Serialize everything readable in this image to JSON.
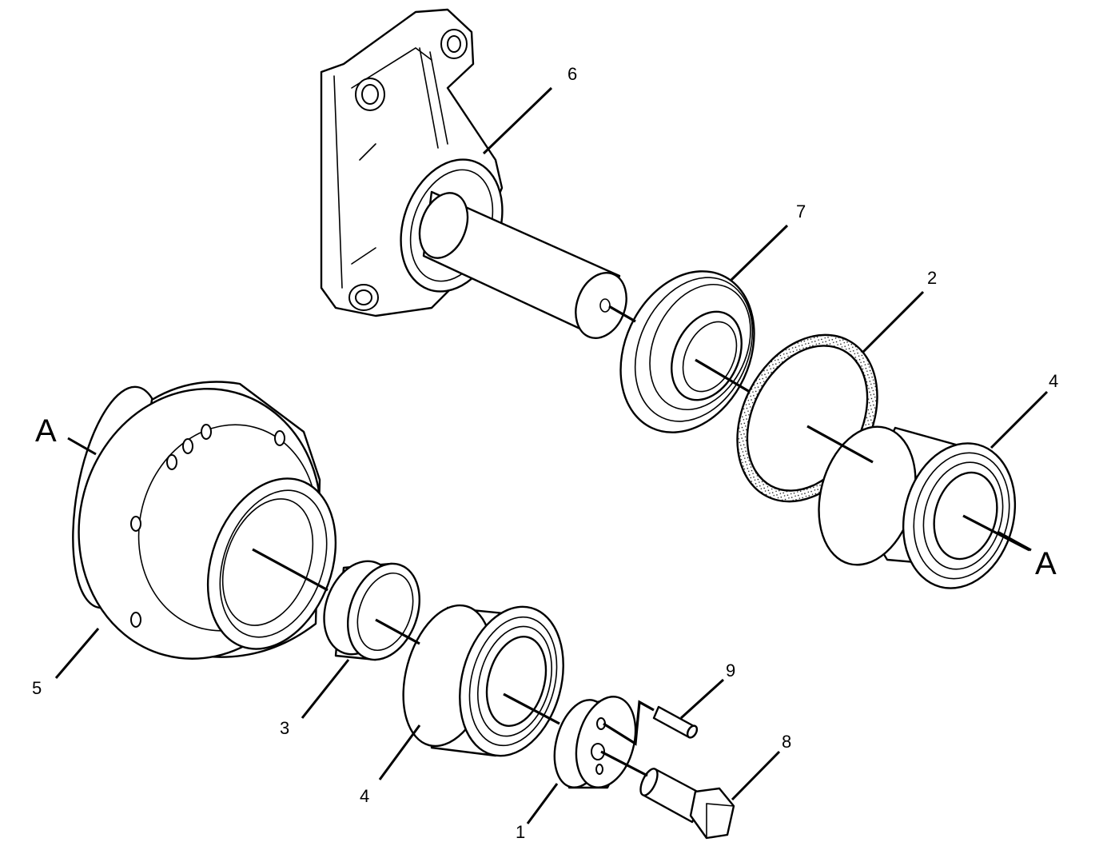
{
  "diagram": {
    "callouts": [
      {
        "id": "c1",
        "label": "1"
      },
      {
        "id": "c2",
        "label": "2"
      },
      {
        "id": "c3",
        "label": "3"
      },
      {
        "id": "c4a",
        "label": "4"
      },
      {
        "id": "c4b",
        "label": "4"
      },
      {
        "id": "c5",
        "label": "5"
      },
      {
        "id": "c6",
        "label": "6"
      },
      {
        "id": "c7",
        "label": "7"
      },
      {
        "id": "c8",
        "label": "8"
      },
      {
        "id": "c9",
        "label": "9"
      }
    ],
    "references": [
      {
        "id": "refA1",
        "label": "A"
      },
      {
        "id": "refA2",
        "label": "A"
      }
    ]
  },
  "colors": {
    "line": "#000000",
    "background": "#ffffff"
  }
}
